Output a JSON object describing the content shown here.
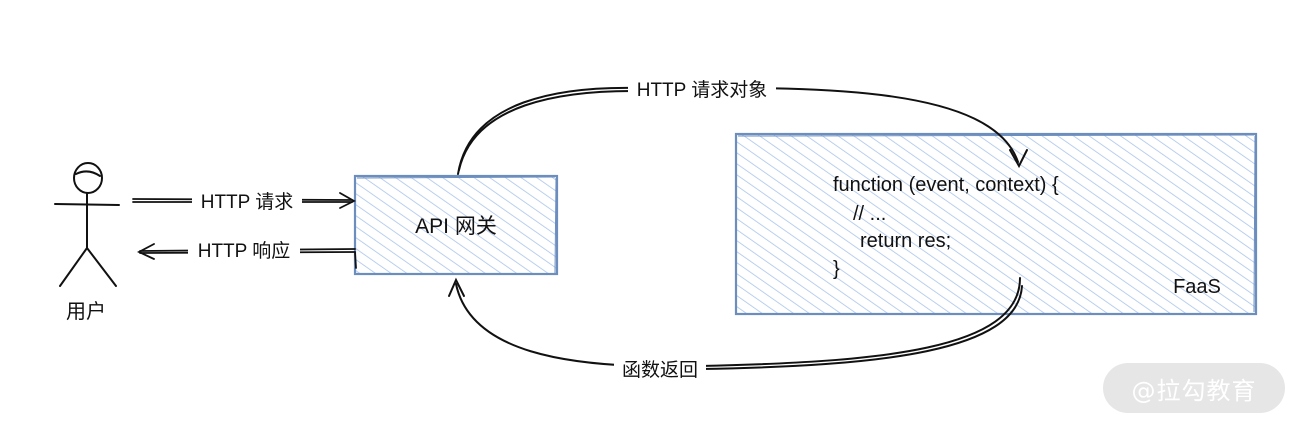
{
  "user": {
    "label": "用户"
  },
  "edges": {
    "request": "HTTP 请求",
    "response": "HTTP 响应",
    "request_object": "HTTP 请求对象",
    "function_return": "函数返回"
  },
  "gateway": {
    "label": "API 网关"
  },
  "faas": {
    "label": "FaaS",
    "code_lines": [
      "function (event, context) {",
      "// ...",
      "return res;",
      "}"
    ]
  },
  "watermark": "@拉勾教育",
  "colors": {
    "box_border": "#6c8ebf",
    "hatch": "#a9c4eb",
    "stroke": "#111111"
  }
}
